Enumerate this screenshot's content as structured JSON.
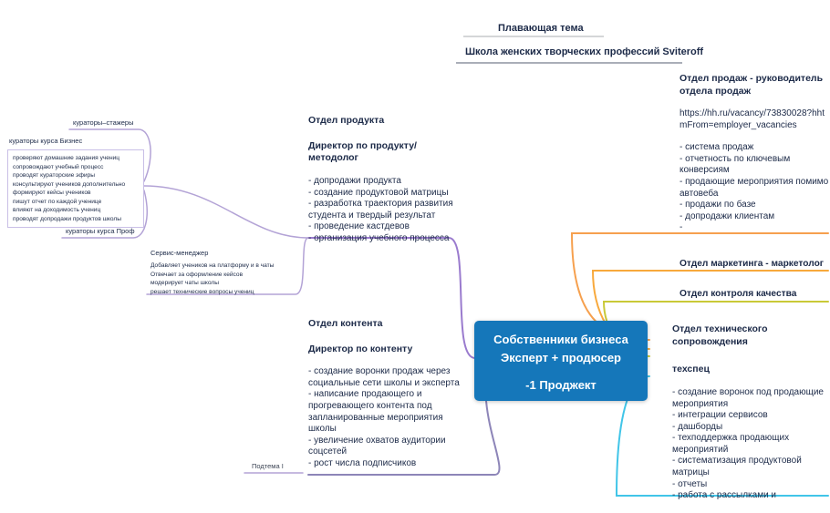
{
  "colors": {
    "purple": "#9a7bce",
    "purple_soft": "#8d85b8",
    "purple_light": "#b3a3d6",
    "orange": "#f6a04e",
    "orange2": "#f8a93c",
    "olive": "#c9c938",
    "cyan": "#41c5e8",
    "gray": "#8d93a0",
    "gray_light": "#c6c8cc",
    "center_bg": "#1577ba"
  },
  "floating_topic": {
    "label": "Плавающая тема"
  },
  "school": {
    "label": "Школа женских творческих профессий Sviteroff"
  },
  "center": {
    "line1": "Собственники бизнеса",
    "line2": "Эксперт + продюсер",
    "line3": "-1 Проджект"
  },
  "curators": {
    "interns_label": "кураторы–стажеры",
    "business_label": "кураторы курса Бизнес",
    "business_details": [
      "проверяют домашние задания учениц",
      "сопровождают учебный процесс",
      "проводят кураторские эфиры",
      "консультируют учеников дополнительно",
      "формируют кейсы учеников",
      "пишут отчет по каждой ученице",
      "влияют на доходимость учениц",
      "проводят допродажи продуктов школы"
    ],
    "prof_label": "кураторы курса Проф"
  },
  "service_manager": {
    "label": "Сервис-менеджер",
    "details": [
      "Добавляет учеников на платформу и в чаты",
      "Отвечает за оформление кейсов",
      "модерирует чаты школы",
      "решает технические вопросы учениц"
    ]
  },
  "subtopic": {
    "label": "Подтема I"
  },
  "product_dept": {
    "title": "Отдел продукта",
    "role": "Директор по продукту/методолог",
    "items": [
      "- допродажи продукта",
      "- создание продуктовой матрицы",
      "- разработка траектория развития студента и твердый результат",
      "- проведение кастдевов",
      "- организация учебного процесса"
    ]
  },
  "content_dept": {
    "title": "Отдел контента",
    "role": "Директор по контенту",
    "items": [
      "- создание воронки продаж через социальные сети школы и эксперта",
      "- написание продающего и прогревающего контента под запланированные мероприятия школы",
      "- увеличение охватов аудитории соцсетей",
      "- рост числа подписчиков"
    ]
  },
  "sales_dept": {
    "title": "Отдел продаж  - руководитель отдела продаж",
    "link": "https://hh.ru/vacancy/73830028?hhtmFrom=employer_vacancies",
    "items": [
      "- система продаж",
      "- отчетность по ключевым конверсиям",
      "- продающие мероприятия помимо автовеба",
      "- продажи по базе",
      "- допродажи клиентам",
      "-"
    ]
  },
  "marketing_dept": {
    "title": "Отдел маркетинга - маркетолог"
  },
  "qa_dept": {
    "title": "Отдел контроля качества"
  },
  "tech_dept": {
    "title": "Отдел технического сопровождения",
    "role": "техспец",
    "items": [
      "- создание воронок под продающие мероприятия",
      "- интеграции сервисов",
      "- дашборды",
      "- техподдержка продающих мероприятий",
      "- систематизация продуктовой матрицы",
      "- отчеты",
      "- работа с рассылками и"
    ]
  }
}
